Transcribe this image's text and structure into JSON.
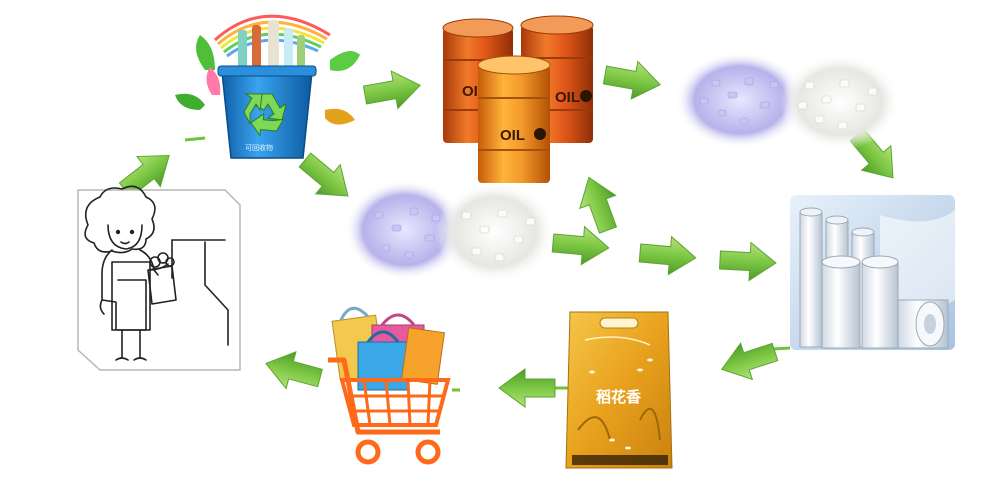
{
  "diagram": {
    "type": "recycling-cycle",
    "nodes": [
      {
        "id": "recycle-bin",
        "icon": "recycle-bin-icon",
        "label": "",
        "bin_text": "可回收物"
      },
      {
        "id": "oil-barrels",
        "icon": "oil-barrel-icon",
        "labels": [
          "OIL",
          "OIL",
          "OIL"
        ]
      },
      {
        "id": "plastic-pellets-top",
        "icon": "plastic-pellets-icon"
      },
      {
        "id": "plastic-pellets-middle",
        "icon": "plastic-pellets-icon"
      },
      {
        "id": "plastic-film-rolls",
        "icon": "film-roll-icon"
      },
      {
        "id": "rice-bag",
        "icon": "rice-bag-icon",
        "bag_title": "稻花香"
      },
      {
        "id": "shopping-cart",
        "icon": "shopping-cart-icon"
      },
      {
        "id": "consumer",
        "icon": "woman-sketch-icon"
      }
    ],
    "flow": [
      [
        "consumer",
        "recycle-bin"
      ],
      [
        "recycle-bin",
        "oil-barrels"
      ],
      [
        "recycle-bin",
        "plastic-pellets-middle"
      ],
      [
        "oil-barrels",
        "plastic-pellets-top"
      ],
      [
        "plastic-pellets-top",
        "plastic-film-rolls"
      ],
      [
        "plastic-pellets-middle",
        "oil-barrels"
      ],
      [
        "plastic-pellets-middle",
        "plastic-film-rolls"
      ],
      [
        "plastic-film-rolls",
        "rice-bag"
      ],
      [
        "rice-bag",
        "shopping-cart"
      ],
      [
        "shopping-cart",
        "consumer"
      ]
    ],
    "colors": {
      "arrow": "#7cc743",
      "arrow_dark": "#4e9a2a",
      "barrel": "#e2571a",
      "barrel_light": "#f39a2b",
      "bin": "#1e88d6",
      "bag": "#e8a11d",
      "cart": "#ff6a1a"
    }
  }
}
